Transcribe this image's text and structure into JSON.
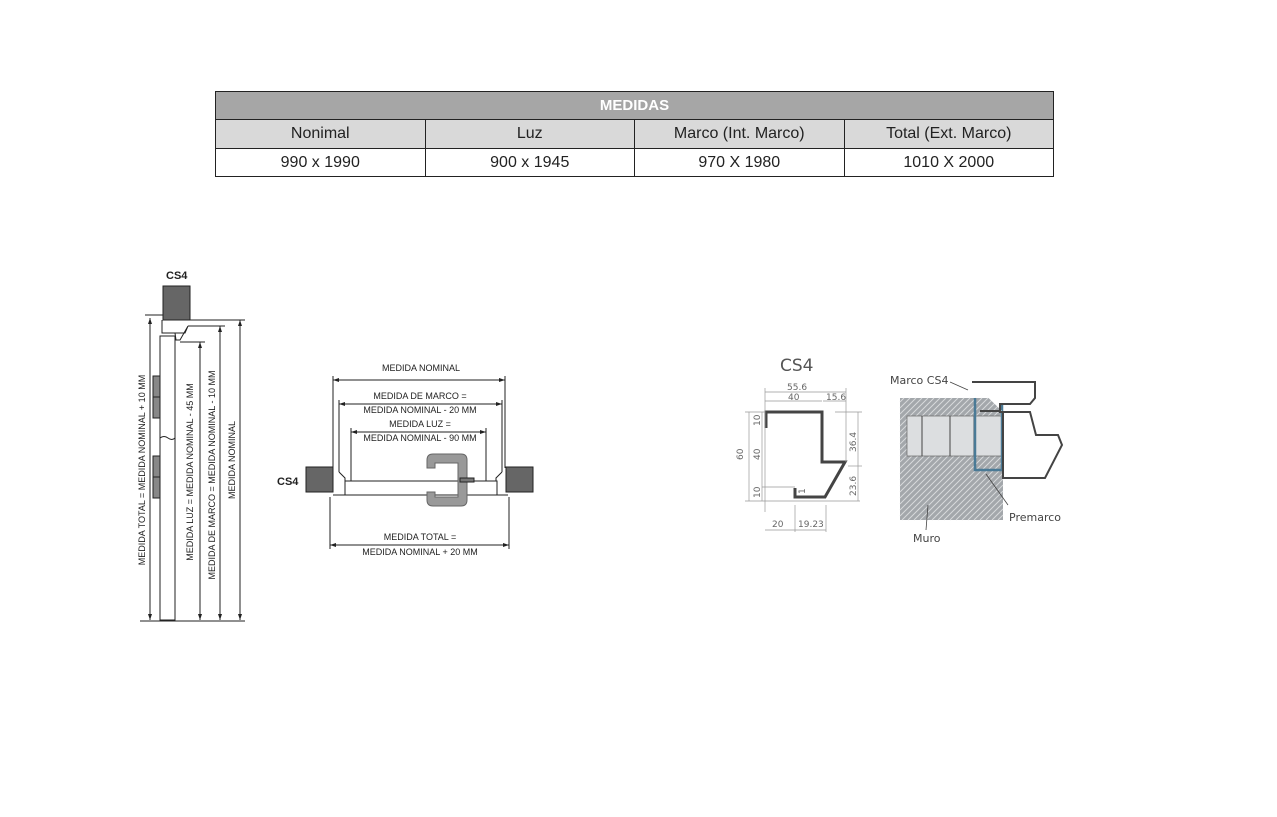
{
  "table": {
    "title": "MEDIDAS",
    "headers": [
      "Nonimal",
      "Luz",
      "Marco (Int. Marco)",
      "Total (Ext. Marco)"
    ],
    "values": [
      "990 x 1990",
      "900 x 1945",
      "970 X 1980",
      "1010 X 2000"
    ]
  },
  "side_view": {
    "label": "CS4",
    "dim_total": "MEDIDA TOTAL = MEDIDA NOMINAL + 10 MM",
    "dim_luz": "MEDIDA LUZ = MEDIDA NOMINAL - 45 MM",
    "dim_marco": "MEDIDA DE MARCO = MEDIDA NOMINAL - 10 MM",
    "dim_nominal": "MEDIDA NOMINAL"
  },
  "plan_view": {
    "label": "CS4",
    "nominal": "MEDIDA NOMINAL",
    "marco_1": "MEDIDA DE MARCO =",
    "marco_2": "MEDIDA NOMINAL - 20 MM",
    "luz_1": "MEDIDA LUZ =",
    "luz_2": "MEDIDA NOMINAL - 90 MM",
    "total_1": "MEDIDA TOTAL =",
    "total_2": "MEDIDA NOMINAL + 20 MM"
  },
  "profile": {
    "title": "CS4",
    "dims": {
      "w_total": "55.6",
      "w_40": "40",
      "w_15": "15.6",
      "h_60": "60",
      "h_10a": "10",
      "h_40": "40",
      "h_10b": "10",
      "h_36": "36.4",
      "h_23": "23.6",
      "w_20": "20",
      "w_19": "19.23",
      "t_1": "1"
    }
  },
  "section": {
    "marco_label": "Marco CS4",
    "premarco_label": "Premarco",
    "muro_label": "Muro"
  },
  "colors": {
    "header": "#a6a6a6",
    "subheader": "#d9d9d9",
    "premarco": "#4a7a96",
    "wall": "#a3a7ab"
  }
}
